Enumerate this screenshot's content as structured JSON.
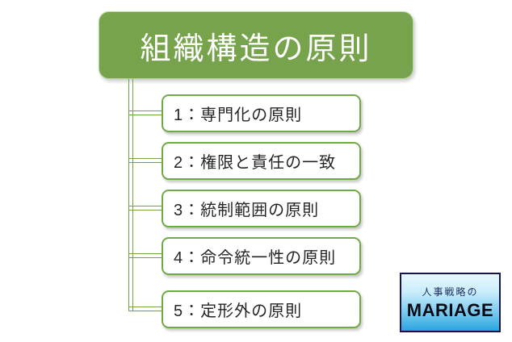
{
  "page": {
    "background_color": "#ffffff"
  },
  "diagram": {
    "title": "組織構造の原則",
    "title_fill_color": "#76A34C",
    "title_text_color": "#ffffff",
    "connector_color": "#71A545",
    "box_border_color": "#6FAB45",
    "box_text_color": "#262626",
    "principles": [
      {
        "label": "1：専門化の原則"
      },
      {
        "label": "2：権限と責任の一致"
      },
      {
        "label": "3：統制範囲の原則"
      },
      {
        "label": "4：命令統一性の原則"
      },
      {
        "label": "5：定形外の原則"
      }
    ]
  },
  "logo": {
    "tagline": "人事戦略の",
    "brand": "MARIAGE",
    "border_color": "#15154A",
    "gradient_top_color": "#E8F8FE",
    "gradient_bottom_color": "#29A5E0",
    "tagline_color": "#1B2C5E",
    "brand_color": "#0A0A14"
  }
}
